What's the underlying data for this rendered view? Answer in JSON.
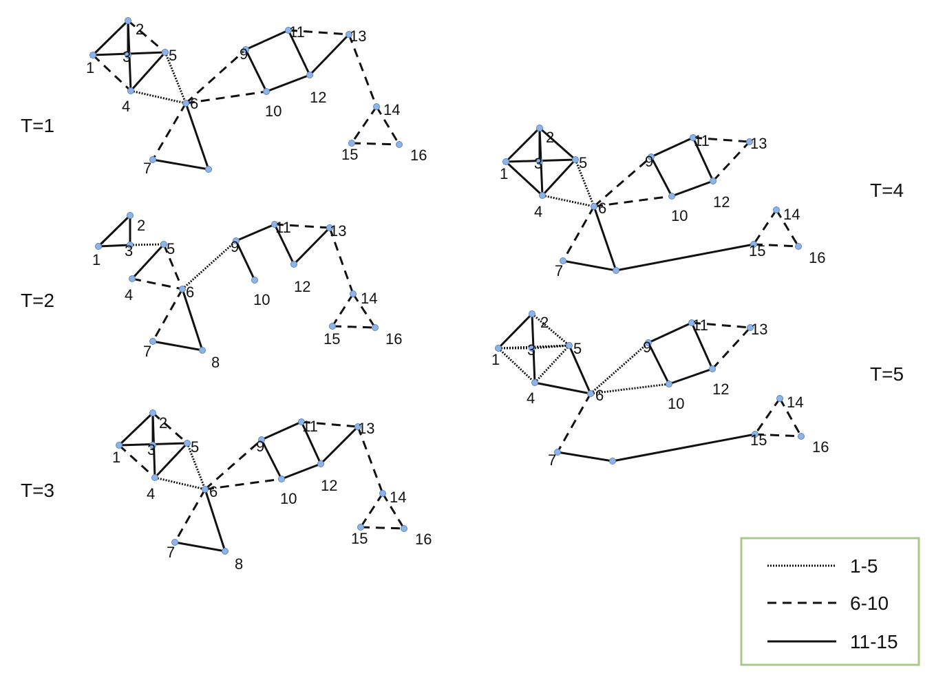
{
  "colors": {
    "node_fill": "#8fb4e3",
    "node_stroke": "#5d86c4",
    "edge": "#111111",
    "legend_border": "#a9c98a"
  },
  "edge_styles": {
    "dotted": {
      "label": "1-5"
    },
    "dashed": {
      "label": "6-10"
    },
    "solid": {
      "label": "11-15"
    }
  },
  "legend": [
    {
      "style": "dotted",
      "label": "1-5"
    },
    {
      "style": "dashed",
      "label": "6-10"
    },
    {
      "style": "solid",
      "label": "11-15"
    }
  ],
  "panels": [
    {
      "label": "T=1",
      "nodes": [
        "1",
        "2",
        "3",
        "4",
        "5",
        "6",
        "7",
        "",
        "9",
        "10",
        "11",
        "12",
        "13",
        "14",
        "15",
        "16"
      ],
      "edges": [
        [
          "1",
          "2",
          "solid"
        ],
        [
          "1",
          "5",
          "solid"
        ],
        [
          "1",
          "4",
          "dashed"
        ],
        [
          "2",
          "3",
          "solid"
        ],
        [
          "2",
          "4",
          "solid"
        ],
        [
          "2",
          "5",
          "dashed"
        ],
        [
          "4",
          "5",
          "solid"
        ],
        [
          "4",
          "6",
          "dotted"
        ],
        [
          "5",
          "6",
          "dotted"
        ],
        [
          "6",
          "9",
          "dashed"
        ],
        [
          "6",
          "10",
          "dashed"
        ],
        [
          "6",
          "7",
          "dashed"
        ],
        [
          "6",
          "8",
          "solid"
        ],
        [
          "7",
          "8",
          "solid"
        ],
        [
          "9",
          "11",
          "solid"
        ],
        [
          "9",
          "10",
          "solid"
        ],
        [
          "10",
          "12",
          "solid"
        ],
        [
          "11",
          "12",
          "solid"
        ],
        [
          "11",
          "13",
          "dashed"
        ],
        [
          "12",
          "13",
          "solid"
        ],
        [
          "13",
          "14",
          "dashed"
        ],
        [
          "14",
          "15",
          "dashed"
        ],
        [
          "14",
          "16",
          "dashed"
        ],
        [
          "15",
          "16",
          "dashed"
        ]
      ]
    },
    {
      "label": "T=2",
      "nodes": [
        "1",
        "2",
        "3",
        "4",
        "5",
        "6",
        "7",
        "8",
        "9",
        "10",
        "11",
        "12",
        "13",
        "14",
        "15",
        "16"
      ],
      "edges": [
        [
          "1",
          "2",
          "solid"
        ],
        [
          "1",
          "3",
          "solid"
        ],
        [
          "2",
          "3",
          "solid"
        ],
        [
          "3",
          "5",
          "dotted"
        ],
        [
          "4",
          "5",
          "solid"
        ],
        [
          "4",
          "6",
          "dashed"
        ],
        [
          "5",
          "6",
          "dashed"
        ],
        [
          "6",
          "9",
          "dotted"
        ],
        [
          "6",
          "7",
          "dashed"
        ],
        [
          "6",
          "8",
          "solid"
        ],
        [
          "7",
          "8",
          "solid"
        ],
        [
          "9",
          "11",
          "solid"
        ],
        [
          "9",
          "10",
          "solid"
        ],
        [
          "11",
          "12",
          "solid"
        ],
        [
          "11",
          "13",
          "dashed"
        ],
        [
          "12",
          "13",
          "solid"
        ],
        [
          "13",
          "14",
          "dashed"
        ],
        [
          "14",
          "15",
          "dashed"
        ],
        [
          "14",
          "16",
          "dashed"
        ],
        [
          "15",
          "16",
          "dashed"
        ]
      ]
    },
    {
      "label": "T=3",
      "nodes": [
        "1",
        "2",
        "3",
        "4",
        "5",
        "6",
        "7",
        "8",
        "9",
        "10",
        "11",
        "12",
        "13",
        "14",
        "15",
        "16"
      ],
      "edges": [
        [
          "1",
          "2",
          "solid"
        ],
        [
          "1",
          "5",
          "solid"
        ],
        [
          "1",
          "4",
          "dashed"
        ],
        [
          "2",
          "3",
          "solid"
        ],
        [
          "2",
          "4",
          "solid"
        ],
        [
          "2",
          "5",
          "dashed"
        ],
        [
          "4",
          "5",
          "solid"
        ],
        [
          "4",
          "6",
          "dotted"
        ],
        [
          "5",
          "6",
          "dotted"
        ],
        [
          "6",
          "9",
          "dashed"
        ],
        [
          "6",
          "10",
          "dashed"
        ],
        [
          "6",
          "7",
          "dashed"
        ],
        [
          "6",
          "8",
          "solid"
        ],
        [
          "7",
          "8",
          "solid"
        ],
        [
          "9",
          "11",
          "solid"
        ],
        [
          "9",
          "10",
          "solid"
        ],
        [
          "10",
          "12",
          "solid"
        ],
        [
          "11",
          "12",
          "solid"
        ],
        [
          "11",
          "13",
          "dashed"
        ],
        [
          "12",
          "13",
          "solid"
        ],
        [
          "13",
          "14",
          "dashed"
        ],
        [
          "14",
          "15",
          "dashed"
        ],
        [
          "14",
          "16",
          "dashed"
        ],
        [
          "15",
          "16",
          "dashed"
        ]
      ]
    },
    {
      "label": "T=4",
      "nodes": [
        "1",
        "2",
        "3",
        "4",
        "5",
        "6",
        "7",
        "",
        "9",
        "10",
        "11",
        "12",
        "13",
        "14",
        "15",
        "16"
      ],
      "edges": [
        [
          "1",
          "2",
          "solid"
        ],
        [
          "1",
          "5",
          "solid"
        ],
        [
          "1",
          "4",
          "solid"
        ],
        [
          "2",
          "3",
          "solid"
        ],
        [
          "2",
          "4",
          "solid"
        ],
        [
          "2",
          "5",
          "solid"
        ],
        [
          "4",
          "5",
          "solid"
        ],
        [
          "4",
          "6",
          "dotted"
        ],
        [
          "5",
          "6",
          "dotted"
        ],
        [
          "6",
          "9",
          "dashed"
        ],
        [
          "6",
          "10",
          "dashed"
        ],
        [
          "6",
          "7",
          "dashed"
        ],
        [
          "6",
          "8",
          "solid"
        ],
        [
          "7",
          "8",
          "solid"
        ],
        [
          "8",
          "15",
          "solid"
        ],
        [
          "9",
          "11",
          "solid"
        ],
        [
          "9",
          "10",
          "solid"
        ],
        [
          "10",
          "12",
          "solid"
        ],
        [
          "11",
          "12",
          "solid"
        ],
        [
          "11",
          "13",
          "dashed"
        ],
        [
          "12",
          "13",
          "dashed"
        ],
        [
          "14",
          "15",
          "dashed"
        ],
        [
          "14",
          "16",
          "dashed"
        ],
        [
          "15",
          "16",
          "dashed"
        ]
      ]
    },
    {
      "label": "T=5",
      "nodes": [
        "1",
        "2",
        "3",
        "4",
        "5",
        "6",
        "7",
        "",
        "9",
        "10",
        "11",
        "12",
        "13",
        "14",
        "15",
        "16"
      ],
      "edges": [
        [
          "1",
          "2",
          "solid"
        ],
        [
          "1",
          "3",
          "dotted"
        ],
        [
          "1",
          "5",
          "dotted"
        ],
        [
          "1",
          "4",
          "dotted"
        ],
        [
          "2",
          "5",
          "dotted"
        ],
        [
          "2",
          "4",
          "solid"
        ],
        [
          "3",
          "5",
          "dotted"
        ],
        [
          "4",
          "5",
          "dotted"
        ],
        [
          "4",
          "6",
          "solid"
        ],
        [
          "5",
          "6",
          "solid"
        ],
        [
          "6",
          "9",
          "dotted"
        ],
        [
          "6",
          "10",
          "dotted"
        ],
        [
          "6",
          "7",
          "dashed"
        ],
        [
          "7",
          "8",
          "solid"
        ],
        [
          "8",
          "15",
          "solid"
        ],
        [
          "9",
          "11",
          "solid"
        ],
        [
          "9",
          "10",
          "solid"
        ],
        [
          "10",
          "12",
          "solid"
        ],
        [
          "11",
          "12",
          "solid"
        ],
        [
          "11",
          "13",
          "dashed"
        ],
        [
          "12",
          "13",
          "dashed"
        ],
        [
          "14",
          "15",
          "dashed"
        ],
        [
          "14",
          "16",
          "dashed"
        ],
        [
          "15",
          "16",
          "dashed"
        ]
      ]
    }
  ]
}
